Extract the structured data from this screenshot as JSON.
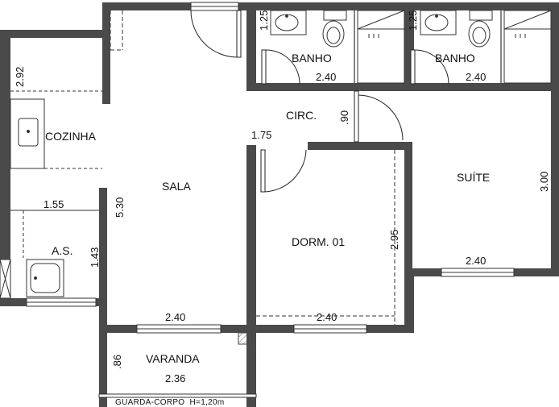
{
  "rooms": {
    "banho1": "BANHO",
    "banho2": "BANHO",
    "circ": "CIRC.",
    "cozinha": "COZINHA",
    "sala": "SALA",
    "suite": "SUÍTE",
    "dorm": "DORM. 01",
    "as": "A.S.",
    "varanda": "VARANDA"
  },
  "dimensions": {
    "banho1_height": "1.25",
    "banho1_width": "2.40",
    "banho2_height": "1.25",
    "banho2_width": "2.40",
    "cozinha_depth": "2.92",
    "circ_width": ".90",
    "door_dorm": "1.75",
    "suite_height": "3.00",
    "suite_width": "2.40",
    "sala_height": "5.30",
    "as_width": "1.55",
    "as_height": "1.43",
    "dorm_height": "2.95",
    "sala_width": "2.40",
    "dorm_width": "2.40",
    "varanda_height": ".86",
    "varanda_width": "2.36"
  },
  "note": "GUARDA-CORPO  H=1,20m"
}
